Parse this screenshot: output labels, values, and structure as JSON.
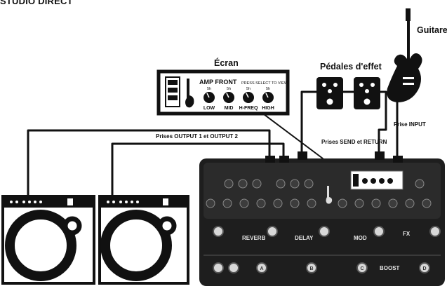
{
  "heading": "STUDIO DIRECT",
  "labels": {
    "screen": "Écran",
    "effect_pedals": "Pédales d'effet",
    "guitar": "Guitare",
    "outputs": "Prises OUTPUT 1 et OUTPUT 2",
    "send_return": "Prises SEND et RETURN",
    "input": "Prise INPUT"
  },
  "screen_ui": {
    "title": "AMP FRONT",
    "hint": "PRESS SELECT TO VIEW",
    "knob_values": [
      "5h",
      "5h",
      "5h",
      "5h"
    ],
    "knob_labels": [
      "LOW",
      "MID",
      "H-FREQ",
      "HIGH"
    ]
  },
  "pedal_unit": {
    "effect_names": [
      "REVERB",
      "DELAY",
      "MOD",
      "FX"
    ],
    "boost_label": "BOOST",
    "footswitch_letters": [
      "A",
      "B",
      "C",
      "D"
    ]
  },
  "colors": {
    "ink": "#111111",
    "unit_body": "#1e1e1e",
    "unit_panel": "#2b2b2b",
    "screen_bg": "#ffffff"
  }
}
